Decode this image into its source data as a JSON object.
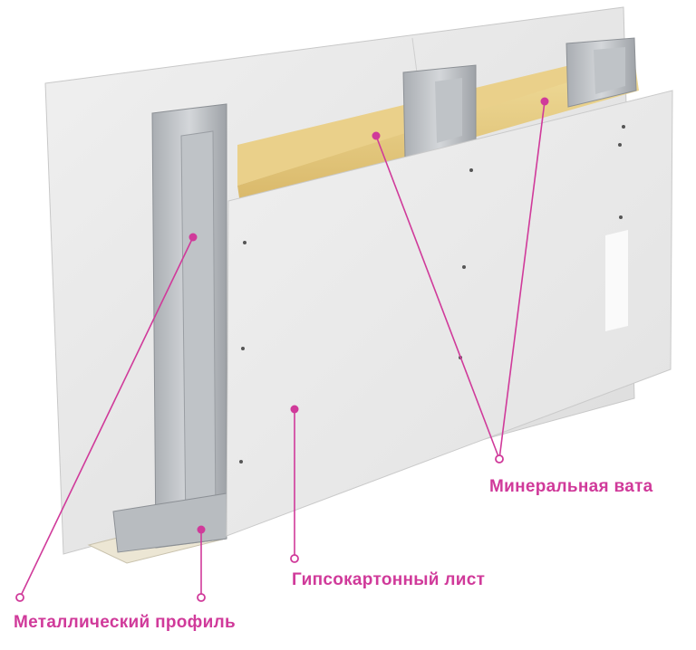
{
  "accent_color": "#d03a9a",
  "labels": {
    "metal_profile": "Металлический профиль",
    "gypsum_board": "Гипсокартонный лист",
    "mineral_wool": "Минеральная вата"
  }
}
